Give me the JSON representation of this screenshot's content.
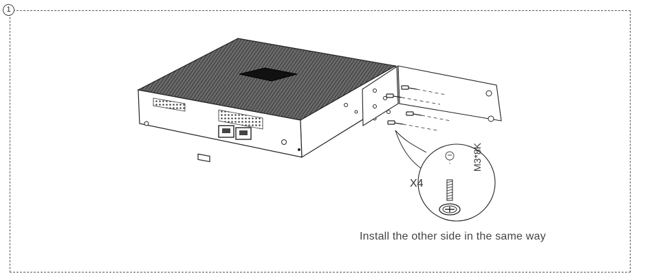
{
  "step": {
    "number": "1"
  },
  "callout": {
    "quantity": "X4",
    "screw_spec": "M3*8K"
  },
  "caption": "Install the other side in the same way"
}
